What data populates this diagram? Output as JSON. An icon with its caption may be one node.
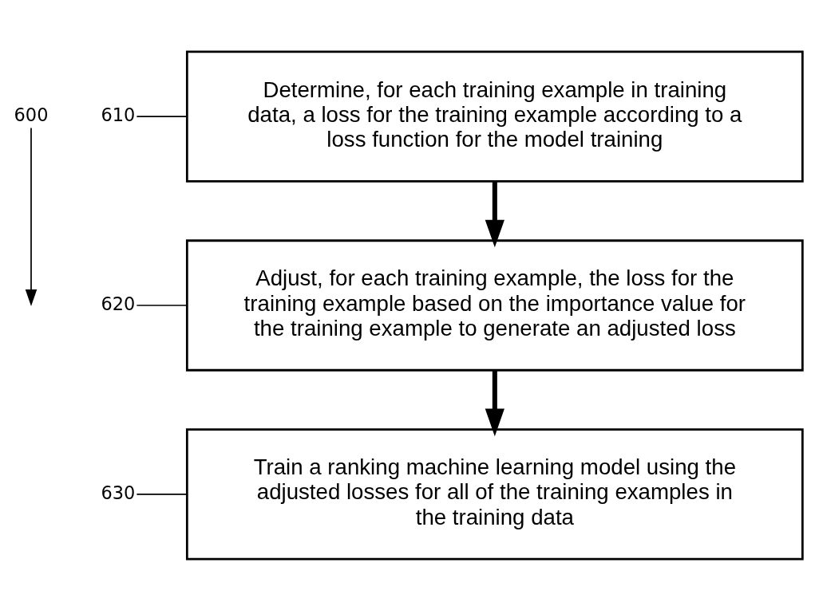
{
  "diagram": {
    "nodes": [
      {
        "text": [
          "600"
        ]
      },
      {
        "text": [
          "610"
        ]
      },
      {
        "text": [
          "Determine, for each training example in training data, a loss for the training example according to a loss function for the model training"
        ]
      },
      {
        "text": [
          "620"
        ]
      },
      {
        "text": [
          "Adjust, for each training example, the loss for the training example based on the importance value for the training example to generate an adjusted loss"
        ]
      },
      {
        "text": [
          "630"
        ]
      },
      {
        "text": [
          "Train a ranking machine learning model using the adjusted losses for all of the training examples in the training data"
        ]
      }
    ],
    "edges": [
      {
        "from": 0,
        "to": null,
        "arrow": "to"
      },
      {
        "from": 1,
        "to": 2,
        "arrow": "none"
      },
      {
        "from": 2,
        "to": 4,
        "arrow": "to",
        "style": "thick"
      },
      {
        "from": 3,
        "to": 4,
        "arrow": "none"
      },
      {
        "from": 4,
        "to": 6,
        "arrow": "to",
        "style": "thick"
      },
      {
        "from": 5,
        "to": 6,
        "arrow": "none"
      }
    ]
  }
}
